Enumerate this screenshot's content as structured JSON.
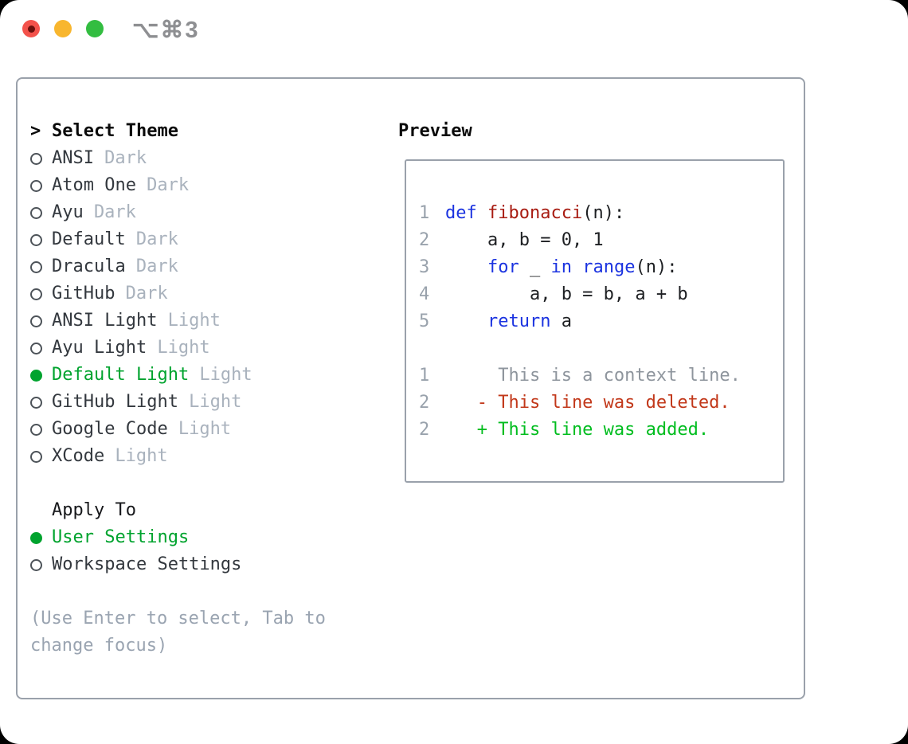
{
  "titlebar": {
    "title": "⌥⌘3",
    "buttons": [
      "close",
      "minimize",
      "zoom"
    ]
  },
  "colors": {
    "tl_red": "#f3524b",
    "tl_red_dot": "#6b100c",
    "tl_yellow": "#f8b62e",
    "tl_green": "#33bd41",
    "title_gray": "#8e8f92",
    "border_gray": "#9aa1ab",
    "ring_gray": "#4d5359",
    "text_dark": "#33383e",
    "suffix_gray": "#a9b2bd",
    "hint_gray": "#9aa4b1",
    "ui_green": "#00a32e",
    "keyword_blue": "#1b33e0",
    "function_red": "#a81c12",
    "line_number_gray": "#99a2ac",
    "context_gray": "#8e959d",
    "deleted_red": "#c2381a",
    "added_green": "#00bd1f"
  },
  "theme_picker": {
    "header": "Select Theme",
    "prompt": ">",
    "themes": [
      {
        "name": "ANSI",
        "variant": "Dark",
        "selected": false
      },
      {
        "name": "Atom One",
        "variant": "Dark",
        "selected": false
      },
      {
        "name": "Ayu",
        "variant": "Dark",
        "selected": false
      },
      {
        "name": "Default",
        "variant": "Dark",
        "selected": false
      },
      {
        "name": "Dracula",
        "variant": "Dark",
        "selected": false
      },
      {
        "name": "GitHub",
        "variant": "Dark",
        "selected": false
      },
      {
        "name": "ANSI Light",
        "variant": "Light",
        "selected": false
      },
      {
        "name": "Ayu Light",
        "variant": "Light",
        "selected": false
      },
      {
        "name": "Default Light",
        "variant": "Light",
        "selected": true
      },
      {
        "name": "GitHub Light",
        "variant": "Light",
        "selected": false
      },
      {
        "name": "Google Code",
        "variant": "Light",
        "selected": false
      },
      {
        "name": "XCode",
        "variant": "Light",
        "selected": false
      }
    ]
  },
  "apply_to": {
    "header": "Apply To",
    "options": [
      {
        "label": "User Settings",
        "selected": true
      },
      {
        "label": "Workspace Settings",
        "selected": false
      }
    ]
  },
  "hint": "(Use Enter to select, Tab to change focus)",
  "preview": {
    "header": "Preview",
    "lines": [
      {
        "num": "1",
        "tokens": [
          {
            "t": "def",
            "c": "kw"
          },
          {
            "t": " "
          },
          {
            "t": "fibonacci",
            "c": "fn"
          },
          {
            "t": "(n):"
          }
        ]
      },
      {
        "num": "2",
        "tokens": [
          {
            "t": "    a, b = 0, 1"
          }
        ]
      },
      {
        "num": "3",
        "tokens": [
          {
            "t": "    "
          },
          {
            "t": "for",
            "c": "kw"
          },
          {
            "t": " _ "
          },
          {
            "t": "in",
            "c": "kw"
          },
          {
            "t": " "
          },
          {
            "t": "range",
            "c": "kw"
          },
          {
            "t": "(n):"
          }
        ]
      },
      {
        "num": "4",
        "tokens": [
          {
            "t": "        a, b = b, a + b"
          }
        ]
      },
      {
        "num": "5",
        "tokens": [
          {
            "t": "    "
          },
          {
            "t": "return",
            "c": "kw"
          },
          {
            "t": " a"
          }
        ]
      },
      {
        "blank": true
      },
      {
        "num": "1",
        "tokens": [
          {
            "t": "     This is a context line.",
            "c": "ctx"
          }
        ]
      },
      {
        "num": "2",
        "tokens": [
          {
            "t": "   - This line was deleted.",
            "c": "del"
          }
        ]
      },
      {
        "num": "2",
        "tokens": [
          {
            "t": "   + This line was added.",
            "c": "add"
          }
        ]
      }
    ]
  }
}
